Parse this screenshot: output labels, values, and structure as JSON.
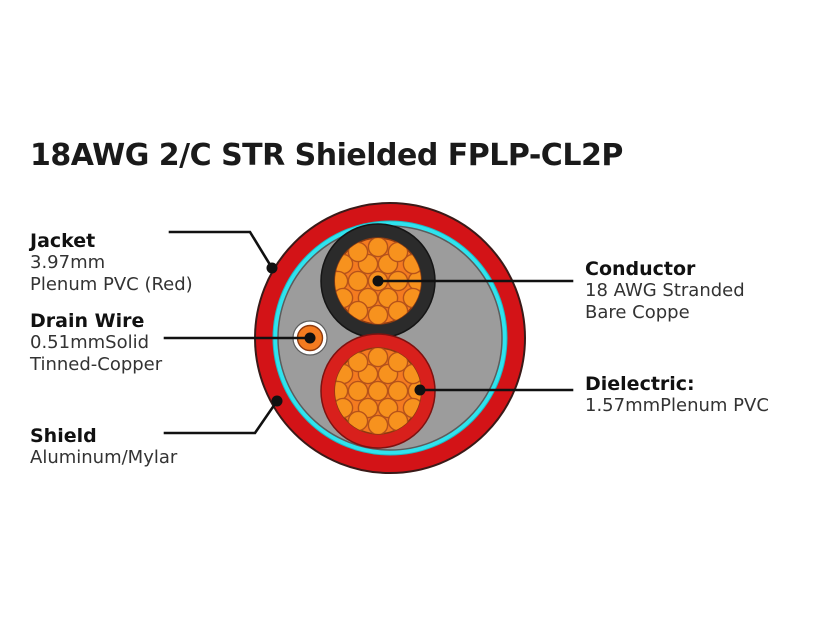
{
  "title": "18AWG 2/C STR Shielded FPLP-CL2P",
  "callouts": {
    "jacket": {
      "heading": "Jacket",
      "line1": "3.97mm",
      "line2": "Plenum PVC (Red)"
    },
    "drain_wire": {
      "heading": "Drain Wire",
      "line1": "0.51mmSolid",
      "line2": "Tinned-Copper"
    },
    "shield": {
      "heading": "Shield",
      "line1": "Aluminum/Mylar",
      "line2": ""
    },
    "conductor": {
      "heading": "Conductor",
      "line1": "18 AWG Stranded",
      "line2": "Bare Coppe"
    },
    "dielectric": {
      "heading": "Dielectric:",
      "line1": "1.57mmPlenum PVC",
      "line2": ""
    }
  },
  "colors": {
    "jacket_red": "#d31317",
    "jacket_outline": "#3a1a18",
    "shield_cyan": "#2fe3ee",
    "filler_gray": "#9c9c9c",
    "filler_outline": "#5c5c5c",
    "insulation_black": "#2b2b2b",
    "insulation_red": "#d8201c",
    "copper_orange": "#f47b20",
    "strand_outline": "#b5521a",
    "drain_white": "#ffffff",
    "leader_line": "#111111",
    "text_dark": "#222222",
    "background": "#ffffff"
  },
  "diagram": {
    "name": "cable-cross-section",
    "layers": [
      "jacket",
      "shield",
      "filler",
      "conductor-black-insulated",
      "conductor-red-insulated",
      "drain-wire"
    ],
    "strand_count_per_conductor": 19
  }
}
